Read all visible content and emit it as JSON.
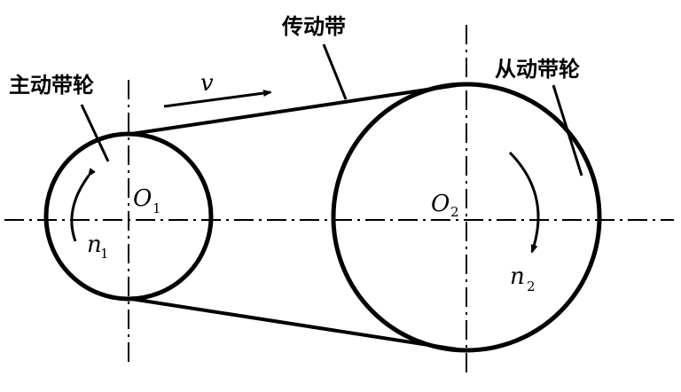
{
  "labels": {
    "drive_pulley": "主动带轮",
    "belt": "传动带",
    "driven_pulley": "从动带轮",
    "velocity": "v",
    "center1_letter": "O",
    "center1_sub": "1",
    "center2_letter": "O",
    "center2_sub": "2",
    "speed1_letter": "n",
    "speed1_sub": "1",
    "speed2_letter": "n",
    "speed2_sub": "2"
  },
  "colors": {
    "ink": "#000000",
    "background": "#ffffff"
  }
}
